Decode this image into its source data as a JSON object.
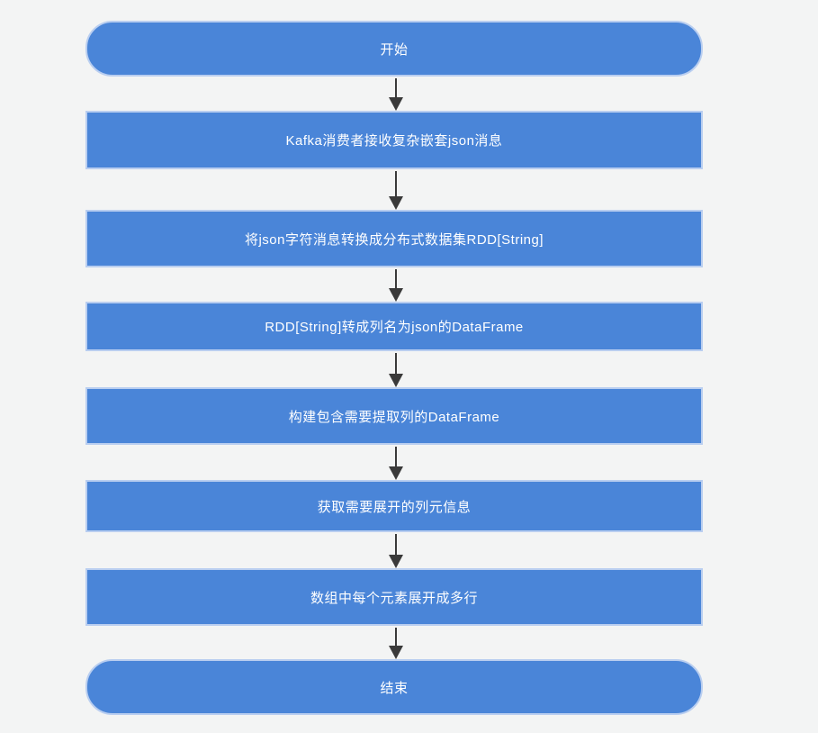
{
  "flow": {
    "title": "kafka-json-to-dataframe-flowchart",
    "colors": {
      "background": "#f3f4f4",
      "node_fill": "#4a85d8",
      "node_border": "#b9cef0",
      "node_text": "#ffffff",
      "arrow": "#3a3a3a"
    },
    "nodes": [
      {
        "type": "terminator",
        "label": "开始"
      },
      {
        "type": "process",
        "label": "Kafka消费者接收复杂嵌套json消息"
      },
      {
        "type": "process",
        "label": "将json字符消息转换成分布式数据集RDD[String]"
      },
      {
        "type": "process",
        "label": "RDD[String]转成列名为json的DataFrame"
      },
      {
        "type": "process",
        "label": "构建包含需要提取列的DataFrame"
      },
      {
        "type": "process",
        "label": "获取需要展开的列元信息"
      },
      {
        "type": "process",
        "label": "数组中每个元素展开成多行"
      },
      {
        "type": "terminator",
        "label": "结束"
      }
    ],
    "arrow_glyph": "arrow-down"
  }
}
